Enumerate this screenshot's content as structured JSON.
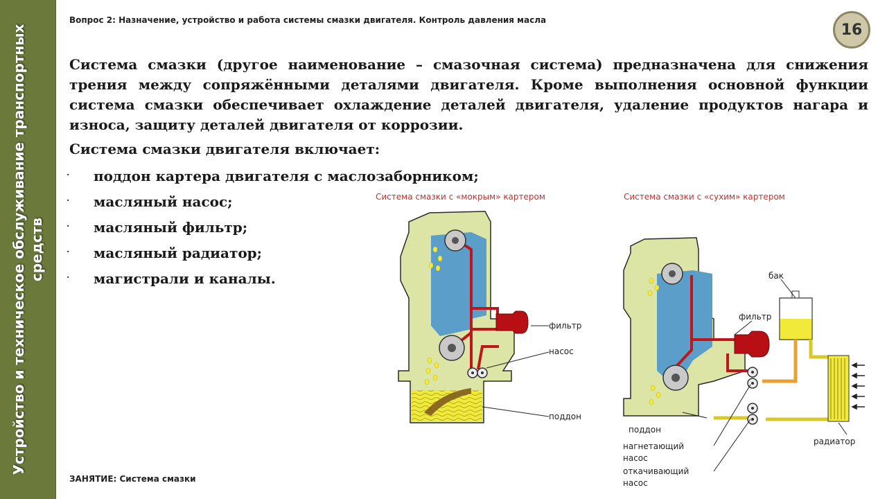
{
  "sidebar": {
    "title": "Устройство и техническое обслуживание транспортных средств"
  },
  "header": {
    "question": "Вопрос 2: Назначение, устройство и работа системы смазки двигателя. Контроль давления масла",
    "slide_number": "16"
  },
  "content": {
    "intro": "Система смазки (другое наименование – смазочная система) предназначена для снижения трения между сопряжёнными деталями двигателя. Кроме выполнения основной функции система смазки обеспечивает охлаждение деталей двигателя, удаление продуктов нагара и износа, защиту деталей двигателя от коррозии.",
    "includes_heading": "Система смазки двигателя включает:",
    "bullet_symbol": "·",
    "components": [
      "поддон картера двигателя с маслозаборником;",
      "масляный насос;",
      "масляный фильтр;",
      "масляный радиатор;",
      "магистрали и каналы."
    ]
  },
  "diagram": {
    "wet": {
      "title": "Система смазки с «мокрым» картером",
      "labels": {
        "filter": "фильтр",
        "pump": "насос",
        "sump": "поддон"
      }
    },
    "dry": {
      "title": "Система смазки с «сухим» картером",
      "labels": {
        "tank": "бак",
        "filter": "фильтр",
        "sump": "поддон",
        "pressure_pump_1": "нагнетающий",
        "pressure_pump_2": "насос",
        "scavenge_pump_1": "откачивающий",
        "scavenge_pump_2": "насос",
        "radiator": "радиатор"
      }
    },
    "colors": {
      "block": "#dde5a6",
      "oil_zone": "#5b9ec9",
      "oil_line": "#c0161b",
      "oil_yellow": "#f2ea3a",
      "oil_amber": "#e8a030",
      "title_red": "#c4302b"
    }
  },
  "footer": {
    "lesson": "ЗАНЯТИЕ: Система смазки"
  },
  "colors": {
    "sidebar": "#6b7a3b",
    "badge": "#cfc8a8"
  }
}
